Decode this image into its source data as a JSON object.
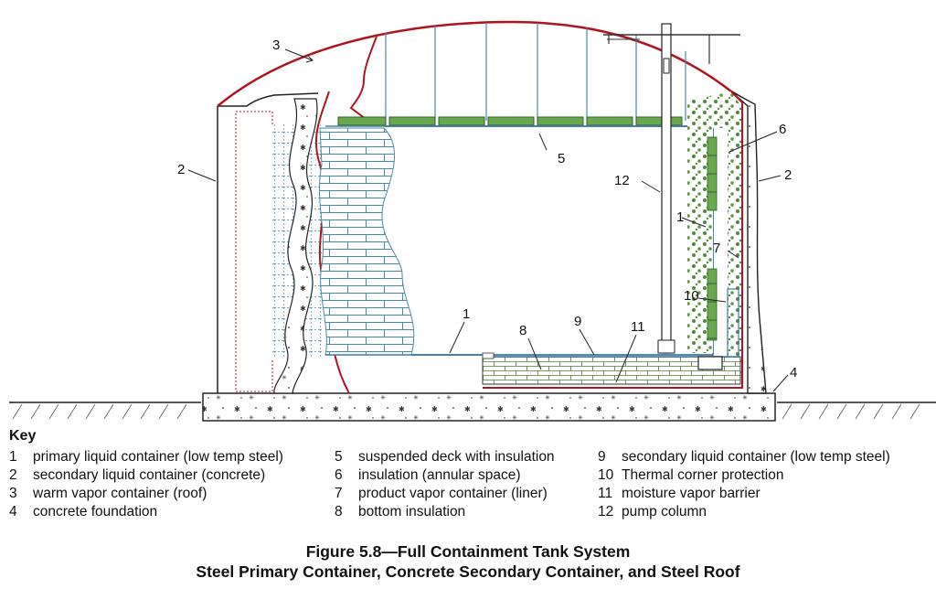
{
  "callouts": {
    "c1a": "1",
    "c1b": "1",
    "c2a": "2",
    "c2b": "2",
    "c3": "3",
    "c4": "4",
    "c5": "5",
    "c6": "6",
    "c7": "7",
    "c8": "8",
    "c9": "9",
    "c10": "10",
    "c11": "11",
    "c12": "12"
  },
  "key": {
    "title": "Key",
    "items": [
      {
        "num": "1",
        "label": "primary liquid container (low temp steel)"
      },
      {
        "num": "2",
        "label": "secondary liquid container (concrete)"
      },
      {
        "num": "3",
        "label": "warm vapor container (roof)"
      },
      {
        "num": "4",
        "label": "concrete foundation"
      },
      {
        "num": "5",
        "label": "suspended deck with insulation"
      },
      {
        "num": "6",
        "label": "insulation (annular space)"
      },
      {
        "num": "7",
        "label": "product vapor container (liner)"
      },
      {
        "num": "8",
        "label": "bottom insulation"
      },
      {
        "num": "9",
        "label": "secondary liquid container (low temp steel)"
      },
      {
        "num": "10",
        "label": "Thermal corner protection"
      },
      {
        "num": "11",
        "label": "moisture vapor barrier"
      },
      {
        "num": "12",
        "label": "pump column"
      }
    ]
  },
  "caption": {
    "line1": "Figure  5.8—Full Containment Tank System",
    "line2": "Steel Primary Container, Concrete Secondary Container, and Steel Roof"
  },
  "colors": {
    "outline": "#222222",
    "roof_red": "#b0151f",
    "liner_blue": "#3d78a8",
    "insulation_green": "#4f8a3c",
    "brick_teal": "#4a8aa8"
  }
}
